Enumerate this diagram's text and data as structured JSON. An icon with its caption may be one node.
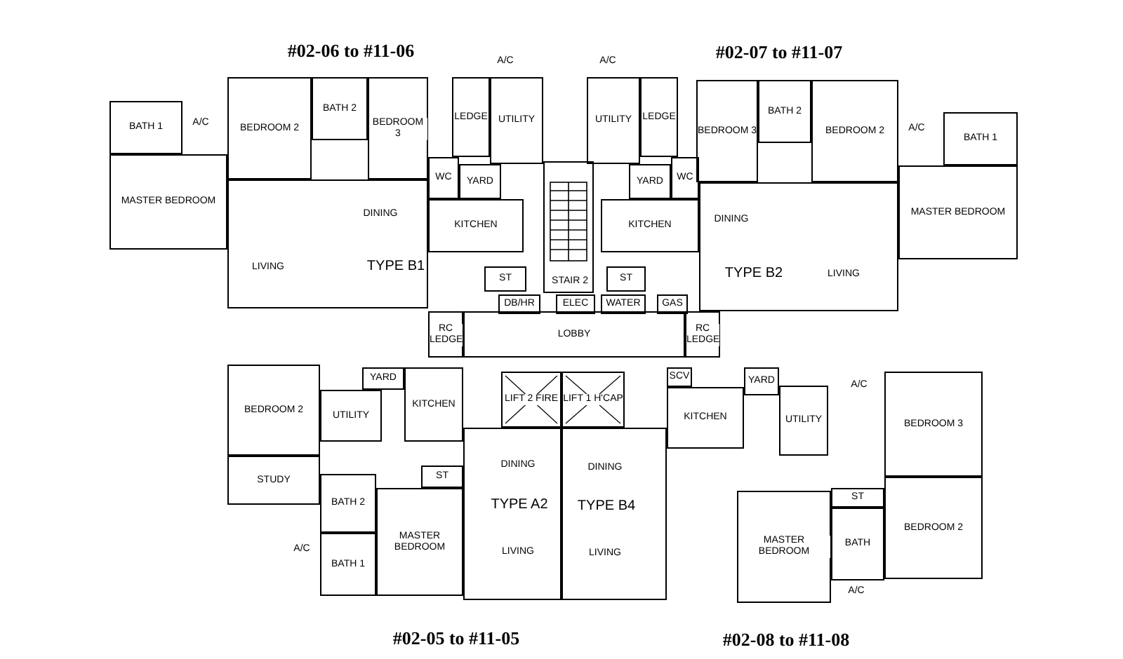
{
  "diagram": {
    "nodes": [
      {
        "text": [
          "BATH 1"
        ]
      },
      {
        "text": [
          "MASTER BEDROOM"
        ]
      },
      {
        "text": [
          "BEDROOM 2"
        ]
      },
      {
        "text": [
          "BATH 2"
        ]
      },
      {
        "text": [
          "BEDROOM 3"
        ]
      },
      {
        "text": [
          "DINING",
          "LIVING"
        ]
      },
      {
        "text": [
          "WC"
        ]
      },
      {
        "text": [
          "LEDGE"
        ]
      },
      {
        "text": [
          "UTILITY"
        ]
      },
      {
        "text": [
          "YARD"
        ]
      },
      {
        "text": [
          "KITCHEN"
        ]
      },
      {
        "text": [
          "ST"
        ]
      },
      {
        "text": [
          "DB/HR"
        ]
      },
      {
        "text": [
          "STAIR 2"
        ]
      },
      {
        "text": [
          "ELEC"
        ]
      },
      {
        "text": [
          "UTILITY"
        ]
      },
      {
        "text": [
          "LEDGE"
        ]
      },
      {
        "text": [
          "YARD"
        ]
      },
      {
        "text": [
          "WC"
        ]
      },
      {
        "text": [
          "KITCHEN"
        ]
      },
      {
        "text": [
          "ST"
        ]
      },
      {
        "text": [
          "WATER"
        ]
      },
      {
        "text": [
          "GAS"
        ]
      },
      {
        "text": [
          "BEDROOM 3"
        ]
      },
      {
        "text": [
          "BATH 2"
        ]
      },
      {
        "text": [
          "BEDROOM 2"
        ]
      },
      {
        "text": [
          "BATH 1"
        ]
      },
      {
        "text": [
          "MASTER BEDROOM"
        ]
      },
      {
        "text": [
          "DINING",
          "LIVING"
        ]
      },
      {
        "text": [
          "LOBBY"
        ]
      },
      {
        "text": [
          "RC LEDGE"
        ]
      },
      {
        "text": [
          "RC LEDGE"
        ]
      },
      {
        "text": [
          "BEDROOM 2"
        ]
      },
      {
        "text": [
          "STUDY"
        ]
      },
      {
        "text": [
          "UTILITY"
        ]
      },
      {
        "text": [
          "YARD"
        ]
      },
      {
        "text": [
          "KITCHEN"
        ]
      },
      {
        "text": [
          "BATH 2"
        ]
      },
      {
        "text": [
          "BATH 1"
        ]
      },
      {
        "text": [
          "MASTER BEDROOM"
        ]
      },
      {
        "text": [
          "ST"
        ]
      },
      {
        "text": [
          "LIFT 2 FIRE"
        ]
      },
      {
        "text": [
          "LIFT 1 H'CAP"
        ]
      },
      {
        "text": [
          "DINING",
          "LIVING"
        ]
      },
      {
        "text": [
          "DINING",
          "LIVING"
        ]
      },
      {
        "text": [
          "SCV"
        ]
      },
      {
        "text": [
          "KITCHEN"
        ]
      },
      {
        "text": [
          "YARD"
        ]
      },
      {
        "text": [
          "UTILITY"
        ]
      },
      {
        "text": [
          "BEDROOM 3"
        ]
      },
      {
        "text": [
          "ST"
        ]
      },
      {
        "text": [
          "BATH"
        ]
      },
      {
        "text": [
          "BEDROOM 2"
        ]
      },
      {
        "text": [
          "MASTER BEDROOM"
        ]
      }
    ],
    "labels": [
      "#02-06 to #11-06",
      "#02-07 to #11-07",
      "A/C",
      "A/C",
      "A/C",
      "A/C",
      "TYPE B1",
      "TYPE B2",
      "TYPE A2",
      "TYPE B4",
      "A/C",
      "A/C",
      "A/C",
      "#02-05 to #11-05",
      "#02-08 to #11-08"
    ]
  }
}
